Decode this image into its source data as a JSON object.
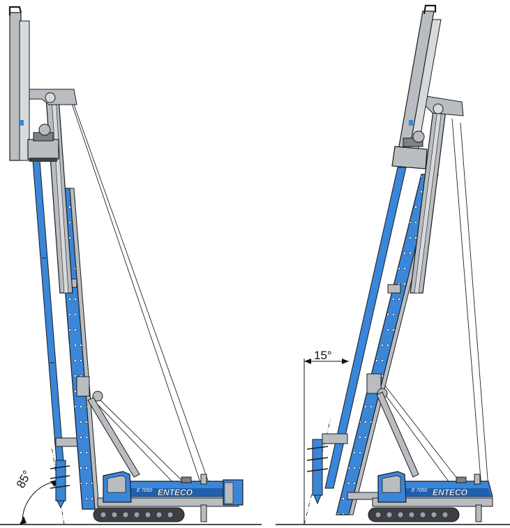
{
  "left_rig": {
    "angle_label": "85°",
    "brand_text": "ENTECO",
    "model_text": "E 7050"
  },
  "right_rig": {
    "angle_label": "15°",
    "brand_text": "ENTECO",
    "model_text": "E 7050"
  },
  "colors": {
    "rig_blue": "#3a86d9",
    "rig_blue_dark": "#1f5fae",
    "steel_gray": "#b9bdc2",
    "steel_dark": "#7c8288",
    "track_dark": "#3c3f44",
    "outline": "#1a1a1a",
    "ground": "#111111"
  }
}
